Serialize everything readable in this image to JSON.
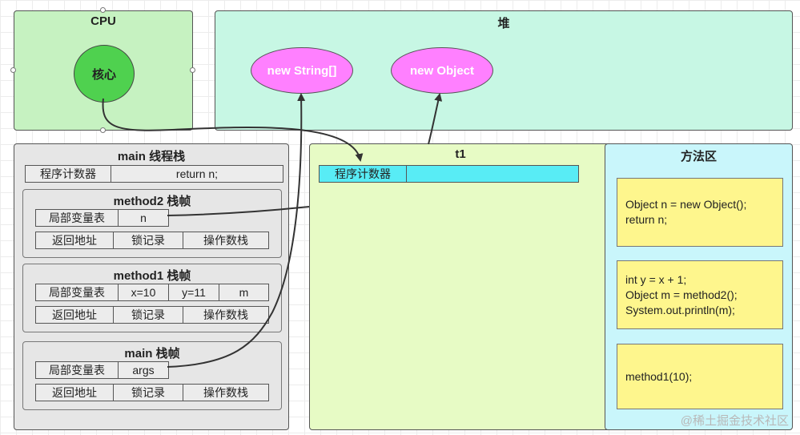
{
  "cpu": {
    "title": "CPU",
    "core": "核心"
  },
  "heap": {
    "title": "堆",
    "objects": [
      "new String[]",
      "new Object"
    ]
  },
  "main_stack": {
    "title": "main 线程栈",
    "pc_label": "程序计数器",
    "pc_value": "return n;",
    "frames": [
      {
        "title": "method2 栈帧",
        "locals_label": "局部变量表",
        "locals": [
          "n"
        ],
        "row2": [
          "返回地址",
          "锁记录",
          "操作数栈"
        ]
      },
      {
        "title": "method1 栈帧",
        "locals_label": "局部变量表",
        "locals": [
          "x=10",
          "y=11",
          "m"
        ],
        "row2": [
          "返回地址",
          "锁记录",
          "操作数栈"
        ]
      },
      {
        "title": "main 栈帧",
        "locals_label": "局部变量表",
        "locals": [
          "args"
        ],
        "row2": [
          "返回地址",
          "锁记录",
          "操作数栈"
        ]
      }
    ]
  },
  "t1": {
    "title": "t1",
    "pc_label": "程序计数器",
    "pc_value": ""
  },
  "method_area": {
    "title": "方法区",
    "notes": [
      [
        "Object n = new Object();",
        "return n;"
      ],
      [
        "int y = x + 1;",
        "Object m = method2();",
        "System.out.println(m);"
      ],
      [
        "method1(10);"
      ]
    ]
  },
  "watermark": "@稀土掘金技术社区",
  "colors": {
    "cpu_bg": "#c6f2c1",
    "core_fill": "#4fd14f",
    "heap_bg": "#c7f7e4",
    "object_fill": "#ff80ff",
    "stack_bg": "#e6e6e6",
    "t1_bg": "#e7fbc5",
    "pc_cyan": "#58ecf5",
    "method_area_bg": "#c9f6fb",
    "note_bg": "#fef68d"
  }
}
